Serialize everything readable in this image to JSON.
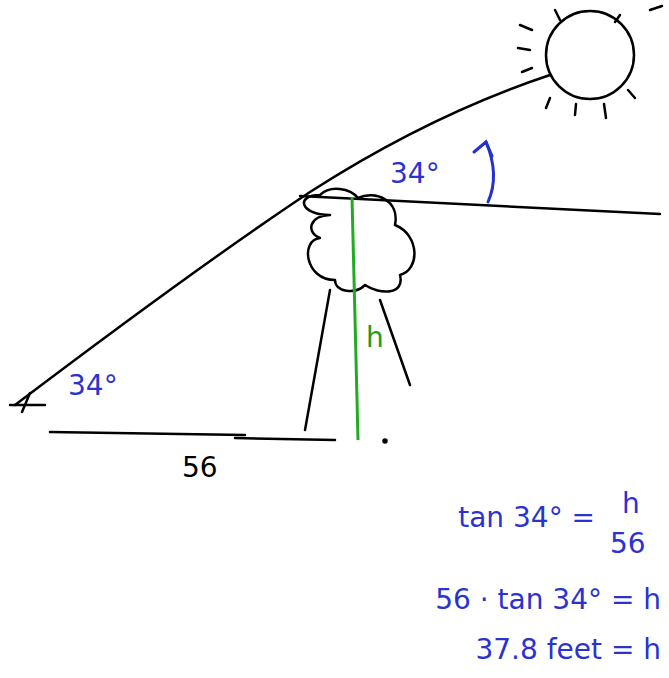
{
  "diagram": {
    "labels": [
      "34°",
      "h",
      "34°",
      "56",
      "tan 34° =",
      "h",
      "56",
      "56 · tan 34° = h",
      "37.8 feet = h"
    ]
  }
}
